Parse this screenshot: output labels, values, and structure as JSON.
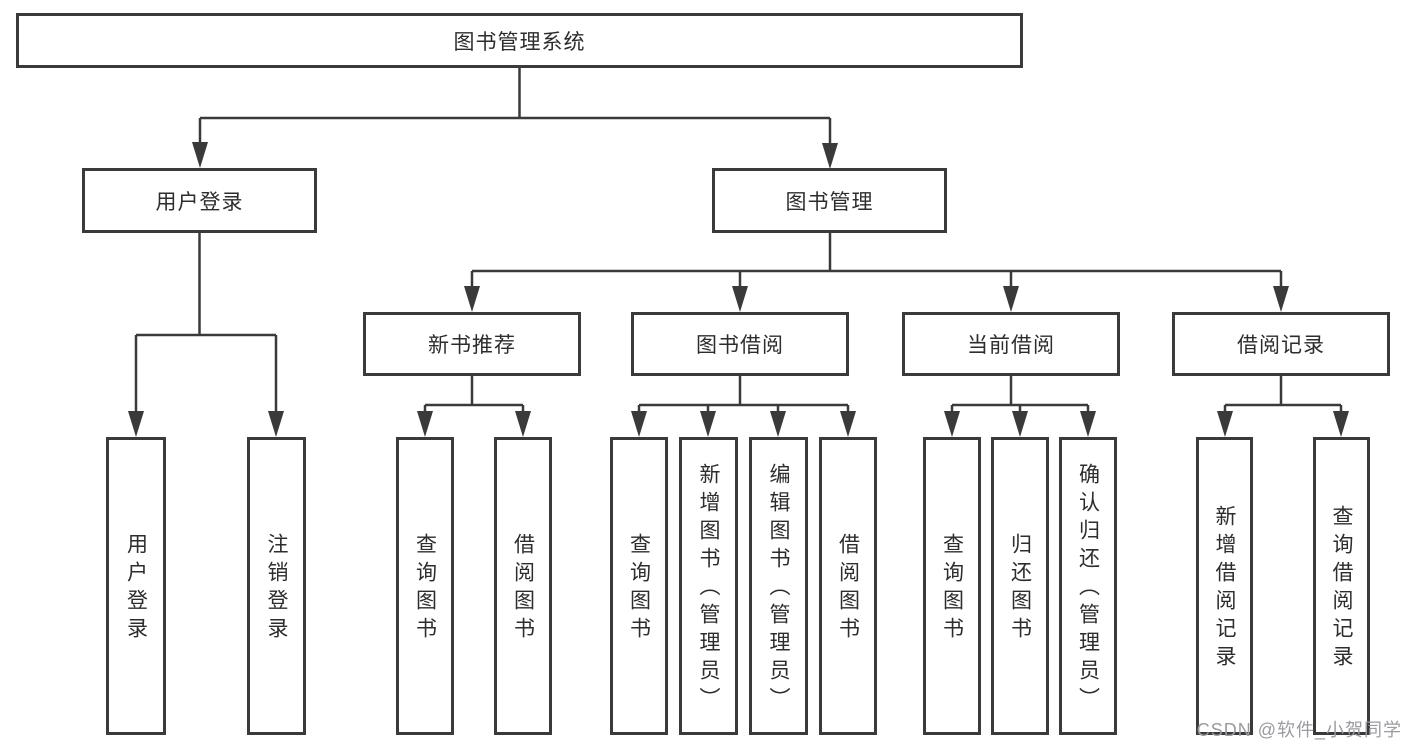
{
  "tree": {
    "root": "图书管理系统",
    "branches": [
      {
        "label": "用户登录",
        "children": [
          "用户登录",
          "注销登录"
        ]
      },
      {
        "label": "图书管理",
        "children": [
          {
            "label": "新书推荐",
            "children": [
              "查询图书",
              "借阅图书"
            ]
          },
          {
            "label": "图书借阅",
            "children": [
              "查询图书",
              "新增图书（管理员）",
              "编辑图书（管理员）",
              "借阅图书"
            ]
          },
          {
            "label": "当前借阅",
            "children": [
              "查询图书",
              "归还图书",
              "确认归还（管理员）"
            ]
          },
          {
            "label": "借阅记录",
            "children": [
              "新增借阅记录",
              "查询借阅记录"
            ]
          }
        ]
      }
    ]
  },
  "watermark": {
    "text": "CSDN @软件_小贺同学"
  },
  "colors": {
    "line": "#3a3a3a",
    "text": "#2d2d2d",
    "background": "#ffffff",
    "watermark": "#9b9ba1"
  }
}
